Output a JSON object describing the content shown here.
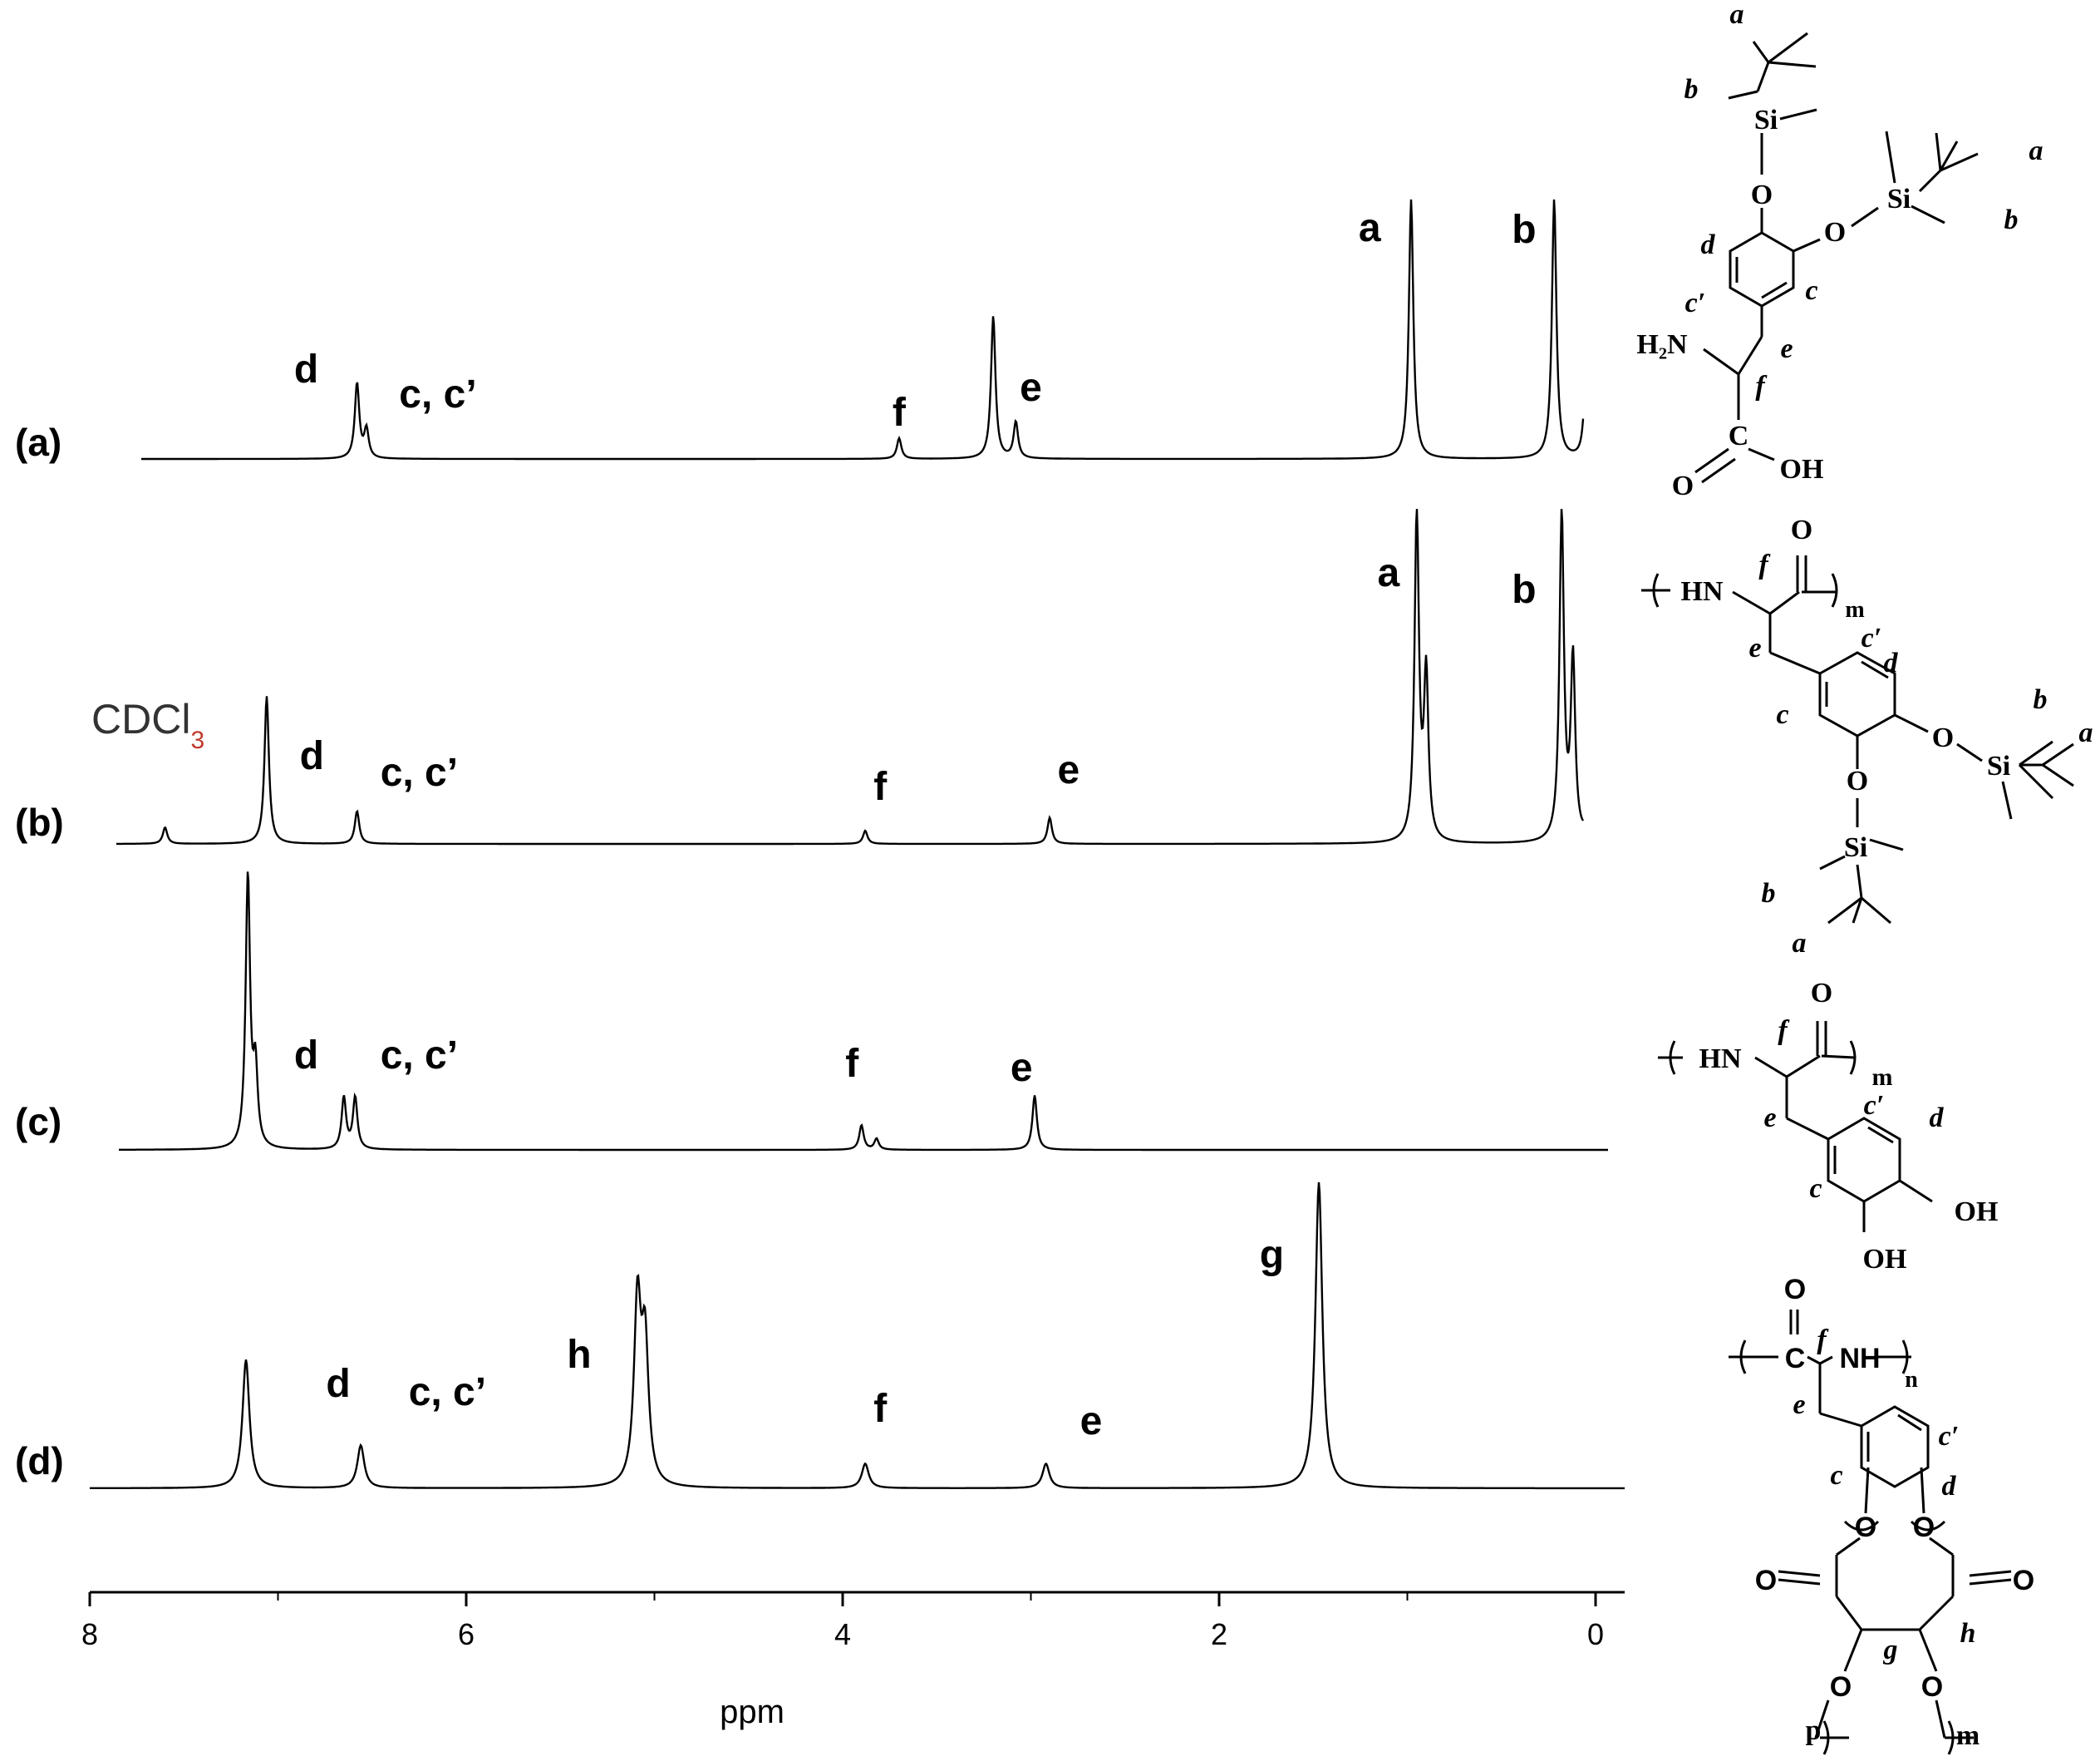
{
  "chart_data": {
    "type": "line",
    "xlabel": "ppm",
    "xlim": [
      8,
      0
    ],
    "x_ticks": [
      "8",
      "6",
      "4",
      "2",
      "0"
    ],
    "solvent_label": {
      "main": "CDCl",
      "subscript": "3"
    },
    "spectra": [
      {
        "label": "(a)",
        "peaks": [
          {
            "ppm": 6.58,
            "rel_height": 0.29
          },
          {
            "ppm": 6.53,
            "rel_height": 0.11
          },
          {
            "ppm": 3.7,
            "rel_height": 0.08
          },
          {
            "ppm": 3.2,
            "rel_height": 0.55
          },
          {
            "ppm": 3.08,
            "rel_height": 0.14
          },
          {
            "ppm": 0.98,
            "rel_height": 1.0
          },
          {
            "ppm": 0.22,
            "rel_height": 1.0
          },
          {
            "ppm": 0.05,
            "rel_height": 0.34
          }
        ],
        "annotations": [
          {
            "text": "d",
            "ppm": 6.85
          },
          {
            "text": "c, c’",
            "ppm": 6.15
          },
          {
            "text": "f",
            "ppm": 3.7
          },
          {
            "text": "e",
            "ppm": 3.0
          },
          {
            "text": "a",
            "ppm": 1.2
          },
          {
            "text": "b",
            "ppm": 0.38
          }
        ]
      },
      {
        "label": "(b)",
        "peaks": [
          {
            "ppm": 7.6,
            "rel_height": 0.05
          },
          {
            "ppm": 7.06,
            "rel_height": 0.45
          },
          {
            "ppm": 6.58,
            "rel_height": 0.1
          },
          {
            "ppm": 3.88,
            "rel_height": 0.04
          },
          {
            "ppm": 2.9,
            "rel_height": 0.08
          },
          {
            "ppm": 0.95,
            "rel_height": 1.0
          },
          {
            "ppm": 0.9,
            "rel_height": 0.5
          },
          {
            "ppm": 0.18,
            "rel_height": 1.0
          },
          {
            "ppm": 0.12,
            "rel_height": 0.55
          },
          {
            "ppm": 0.02,
            "rel_height": 0.23
          }
        ],
        "annotations": [
          {
            "text": "d",
            "ppm": 6.82
          },
          {
            "text": "c, c’",
            "ppm": 6.25
          },
          {
            "text": "f",
            "ppm": 3.8
          },
          {
            "text": "e",
            "ppm": 2.8
          },
          {
            "text": "a",
            "ppm": 1.1
          },
          {
            "text": "b",
            "ppm": 0.38
          }
        ]
      },
      {
        "label": "(c)",
        "peaks": [
          {
            "ppm": 7.16,
            "rel_height": 1.0
          },
          {
            "ppm": 7.12,
            "rel_height": 0.28
          },
          {
            "ppm": 6.65,
            "rel_height": 0.19
          },
          {
            "ppm": 6.59,
            "rel_height": 0.19
          },
          {
            "ppm": 3.9,
            "rel_height": 0.09
          },
          {
            "ppm": 3.82,
            "rel_height": 0.04
          },
          {
            "ppm": 2.98,
            "rel_height": 0.2
          }
        ],
        "annotations": [
          {
            "text": "d",
            "ppm": 6.85
          },
          {
            "text": "c, c’",
            "ppm": 6.25
          },
          {
            "text": "f",
            "ppm": 3.95
          },
          {
            "text": "e",
            "ppm": 3.05
          }
        ]
      },
      {
        "label": "(d)",
        "peaks": [
          {
            "ppm": 7.17,
            "rel_height": 0.42
          },
          {
            "ppm": 6.56,
            "rel_height": 0.14
          },
          {
            "ppm": 5.09,
            "rel_height": 0.59
          },
          {
            "ppm": 5.05,
            "rel_height": 0.45
          },
          {
            "ppm": 3.88,
            "rel_height": 0.08
          },
          {
            "ppm": 2.92,
            "rel_height": 0.08
          },
          {
            "ppm": 1.47,
            "rel_height": 1.0
          }
        ],
        "annotations": [
          {
            "text": "d",
            "ppm": 6.68
          },
          {
            "text": "c, c’",
            "ppm": 6.1
          },
          {
            "text": "h",
            "ppm": 5.4
          },
          {
            "text": "f",
            "ppm": 3.8
          },
          {
            "text": "e",
            "ppm": 2.68
          },
          {
            "text": "g",
            "ppm": 1.72
          }
        ]
      }
    ]
  },
  "structures": [
    {
      "labels": [
        "a",
        "b",
        "Si",
        "O",
        "a",
        "Si",
        "b",
        "O",
        "d",
        "c′",
        "c",
        "H₂N",
        "e",
        "f",
        "C",
        "O",
        "OH"
      ]
    },
    {
      "labels": [
        "HN",
        "f",
        "O",
        "m",
        "c′",
        "d",
        "e",
        "c",
        "b",
        "a",
        "O",
        "Si",
        "O",
        "Si",
        "b",
        "a"
      ]
    },
    {
      "labels": [
        "HN",
        "f",
        "O",
        "m",
        "c′",
        "d",
        "e",
        "c",
        "OH",
        "OH"
      ]
    },
    {
      "labels": [
        "O",
        "C",
        "f",
        "NH",
        "n",
        "e",
        "c′",
        "c",
        "d",
        "O",
        "O",
        "O",
        "O",
        "g",
        "h",
        "O",
        "O",
        "p",
        "m"
      ]
    }
  ]
}
